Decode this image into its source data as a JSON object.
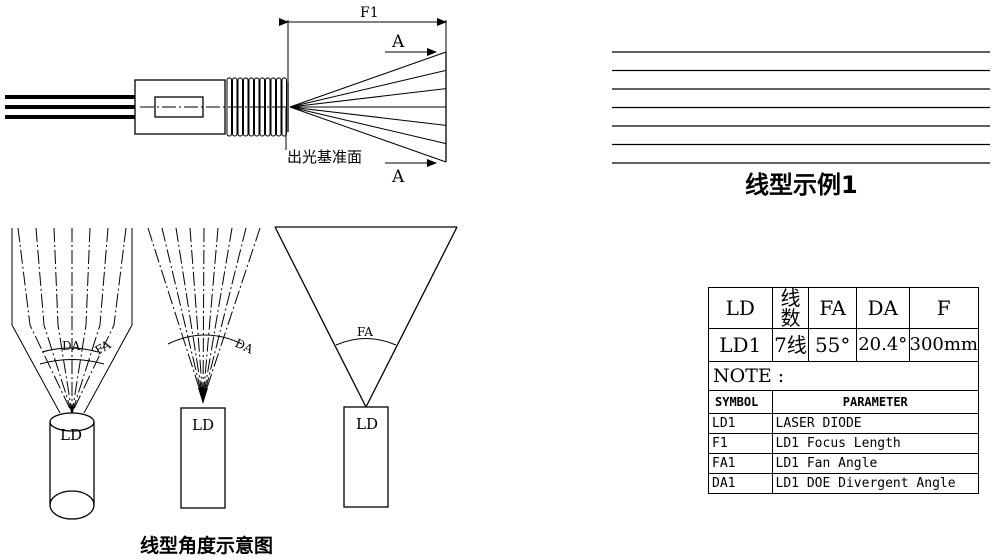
{
  "top_drawing": {
    "focus_label": "F1",
    "section_label_top": "A",
    "section_label_bottom": "A",
    "emission_plane_label": "出光基准面"
  },
  "line_example": {
    "line_count": 7,
    "caption": "线型示例1"
  },
  "angle_diagrams": {
    "caption": "线型角度示意图",
    "diagram1": {
      "da_label": "DA",
      "fa_label": "FA",
      "ld_label": "LD"
    },
    "diagram2": {
      "da_label": "DA",
      "ld_label": "LD"
    },
    "diagram3": {
      "fa_label": "FA",
      "ld_label": "LD"
    }
  },
  "spec_table": {
    "headers": [
      "LD",
      "线数",
      "FA",
      "DA",
      "F"
    ],
    "values": [
      "LD1",
      "7线",
      "55°",
      "20.4°",
      "300mm"
    ],
    "note_label": "NOTE :",
    "legend_headers": [
      "SYMBOL",
      "PARAMETER"
    ],
    "legend_rows": [
      {
        "symbol": "LD1",
        "parameter": "LASER DIODE"
      },
      {
        "symbol": "F1",
        "parameter": "LD1 Focus Length"
      },
      {
        "symbol": "FA1",
        "parameter": "LD1 Fan Angle"
      },
      {
        "symbol": "DA1",
        "parameter": "LD1 DOE Divergent Angle"
      }
    ]
  }
}
